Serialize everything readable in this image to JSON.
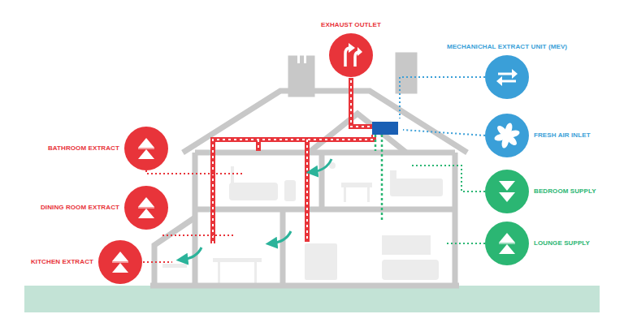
{
  "diagram": {
    "nodes": [
      {
        "text": [
          "EXHAUST OUTLET"
        ]
      },
      {
        "text": [
          "MECHANICHAL EXTRACT UNIT (MEV)"
        ]
      },
      {
        "text": [
          "FRESH AIR INLET"
        ]
      },
      {
        "text": [
          "BATHROOM EXTRACT"
        ]
      },
      {
        "text": [
          "BEDROOM SUPPLY"
        ]
      },
      {
        "text": [
          "DINING ROOM EXTRACT"
        ]
      },
      {
        "text": [
          "LOUNGE SUPPLY"
        ]
      },
      {
        "text": [
          "KITCHEN EXTRACT"
        ]
      }
    ]
  }
}
